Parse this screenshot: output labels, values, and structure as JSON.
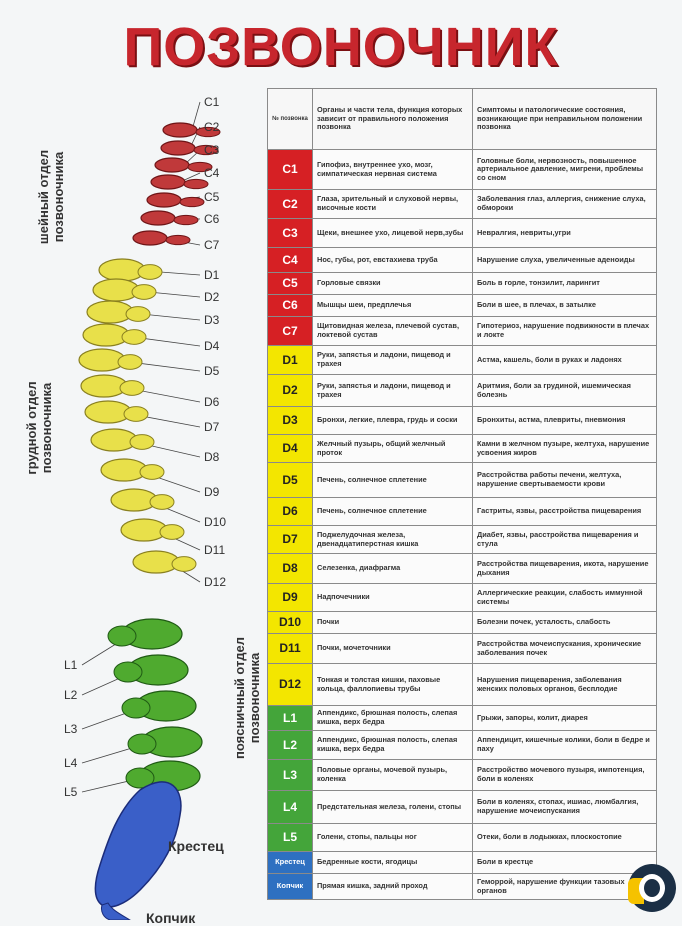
{
  "title": "ПОЗВОНОЧНИК",
  "regions": {
    "cervical": "шейный отдел\nпозвоночника",
    "thoracic": "грудной отдел\nпозвоночника",
    "lumbar": "поясничный отдел\nпозвоночника",
    "sacrum": "Крестец",
    "coccyx": "Копчик"
  },
  "spine_labels": [
    "C1",
    "C2",
    "C3",
    "C4",
    "C5",
    "C6",
    "C7",
    "D1",
    "D2",
    "D3",
    "D4",
    "D5",
    "D6",
    "D7",
    "D8",
    "D9",
    "D10",
    "D11",
    "D12",
    "L1",
    "L2",
    "L3",
    "L4",
    "L5"
  ],
  "colors": {
    "cervical": "#d62024",
    "thoracic": "#f3e600",
    "lumbar": "#44a53a",
    "sacrum": "#2e70c1"
  },
  "table": {
    "headers": {
      "code": "№ позвонка",
      "organs": "Органы и части тела, функция которых зависит от правильного положения позвонка",
      "symptoms": "Симптомы и патологические состояния, возникающие при неправильном положении позвонка"
    },
    "rows": [
      {
        "code": "C1",
        "organs": "Гипофиз, внутреннее ухо, мозг, симпатическая нервная система",
        "symptoms": "Головные боли, нервозность, повышенное артериальное давление, мигрени, проблемы со сном",
        "group": "red"
      },
      {
        "code": "C2",
        "organs": "Глаза, зрительный и слуховой нервы, височные кости",
        "symptoms": "Заболевания глаз, аллергия, снижение слуха, обмороки",
        "group": "red"
      },
      {
        "code": "C3",
        "organs": "Щеки, внешнее ухо, лицевой нерв,зубы",
        "symptoms": "Невралгия, невриты,угри",
        "group": "red"
      },
      {
        "code": "C4",
        "organs": "Нос, губы, рот, евстахиева труба",
        "symptoms": "Нарушение слуха, увеличенные аденоиды",
        "group": "red"
      },
      {
        "code": "C5",
        "organs": "Горловые связки",
        "symptoms": "Боль в горле, тонзилит, ларингит",
        "group": "red"
      },
      {
        "code": "C6",
        "organs": "Мышцы шеи, предплечья",
        "symptoms": "Боли в шее, в плечах, в затылке",
        "group": "red"
      },
      {
        "code": "C7",
        "organs": "Щитовидная железа, плечевой сустав, локтевой сустав",
        "symptoms": "Гипотериоз, нарушение подвижности в плечах и локте",
        "group": "red"
      },
      {
        "code": "D1",
        "organs": "Руки, запястья и ладони, пищевод и трахея",
        "symptoms": "Астма, кашель, боли в руках и ладонях",
        "group": "yellow"
      },
      {
        "code": "D2",
        "organs": "Руки, запястья и ладони, пищевод и трахея",
        "symptoms": "Аритмия, боли за грудиной, ишемическая болезнь",
        "group": "yellow"
      },
      {
        "code": "D3",
        "organs": "Бронхи, легкие, плевра, грудь и соски",
        "symptoms": "Бронхиты, астма, плевриты, пневмония",
        "group": "yellow"
      },
      {
        "code": "D4",
        "organs": "Желчный пузырь, общий желчный проток",
        "symptoms": "Камни в желчном пузыре, желтуха, нарушение усвоения жиров",
        "group": "yellow"
      },
      {
        "code": "D5",
        "organs": "Печень, солнечное сплетение",
        "symptoms": "Расстройства работы печени, желтуха, нарушение свертываемости крови",
        "group": "yellow"
      },
      {
        "code": "D6",
        "organs": "Печень, солнечное сплетение",
        "symptoms": "Гастриты, язвы, расстройства пищеварения",
        "group": "yellow"
      },
      {
        "code": "D7",
        "organs": "Поджелудочная железа, двенадцатиперстная кишка",
        "symptoms": "Диабет, язвы, расстройства пищеварения и стула",
        "group": "yellow"
      },
      {
        "code": "D8",
        "organs": "Селезенка, диафрагма",
        "symptoms": "Расстройства пищеварения, икота, нарушение дыхания",
        "group": "yellow"
      },
      {
        "code": "D9",
        "organs": "Надпочечники",
        "symptoms": "Аллергические реакции, слабость иммунной системы",
        "group": "yellow"
      },
      {
        "code": "D10",
        "organs": "Почки",
        "symptoms": "Болезни почек, усталость, слабость",
        "group": "yellow"
      },
      {
        "code": "D11",
        "organs": "Почки, мочеточники",
        "symptoms": "Расстройства мочеиспускания, хронические заболевания почек",
        "group": "yellow"
      },
      {
        "code": "D12",
        "organs": "Тонкая и толстая кишки, паховые кольца, фаллопиевы трубы",
        "symptoms": "Нарушения пищеварения, заболевания женских половых органов, бесплодие",
        "group": "yellow"
      },
      {
        "code": "L1",
        "organs": "Аппендикс, брюшная полость, слепая кишка, верх бедра",
        "symptoms": "Грыжи, запоры, колит, диарея",
        "group": "green"
      },
      {
        "code": "L2",
        "organs": "Аппендикс, брюшная полость, слепая кишка, верх бедра",
        "symptoms": "Аппендицит, кишечные колики, боли в бедре и паху",
        "group": "green"
      },
      {
        "code": "L3",
        "organs": "Половые органы, мочевой пузырь, коленка",
        "symptoms": "Расстройство мочевого пузыря, импотенция, боли в коленях",
        "group": "green"
      },
      {
        "code": "L4",
        "organs": "Предстательная железа, голени, стопы",
        "symptoms": "Боли в коленях, стопах, ишиас, люмбалгия, нарушение мочеиспускания",
        "group": "green"
      },
      {
        "code": "L5",
        "organs": "Голени, стопы, пальцы ног",
        "symptoms": "Отеки, боли в лодыжках, плоскостопие",
        "group": "green"
      },
      {
        "code": "Крестец",
        "organs": "Бедренные кости, ягодицы",
        "symptoms": "Боли в крестце",
        "group": "blue"
      },
      {
        "code": "Копчик",
        "organs": "Прямая кишка, задний проход",
        "symptoms": "Геморрой, нарушение функции тазовых органов",
        "group": "blue"
      }
    ]
  }
}
